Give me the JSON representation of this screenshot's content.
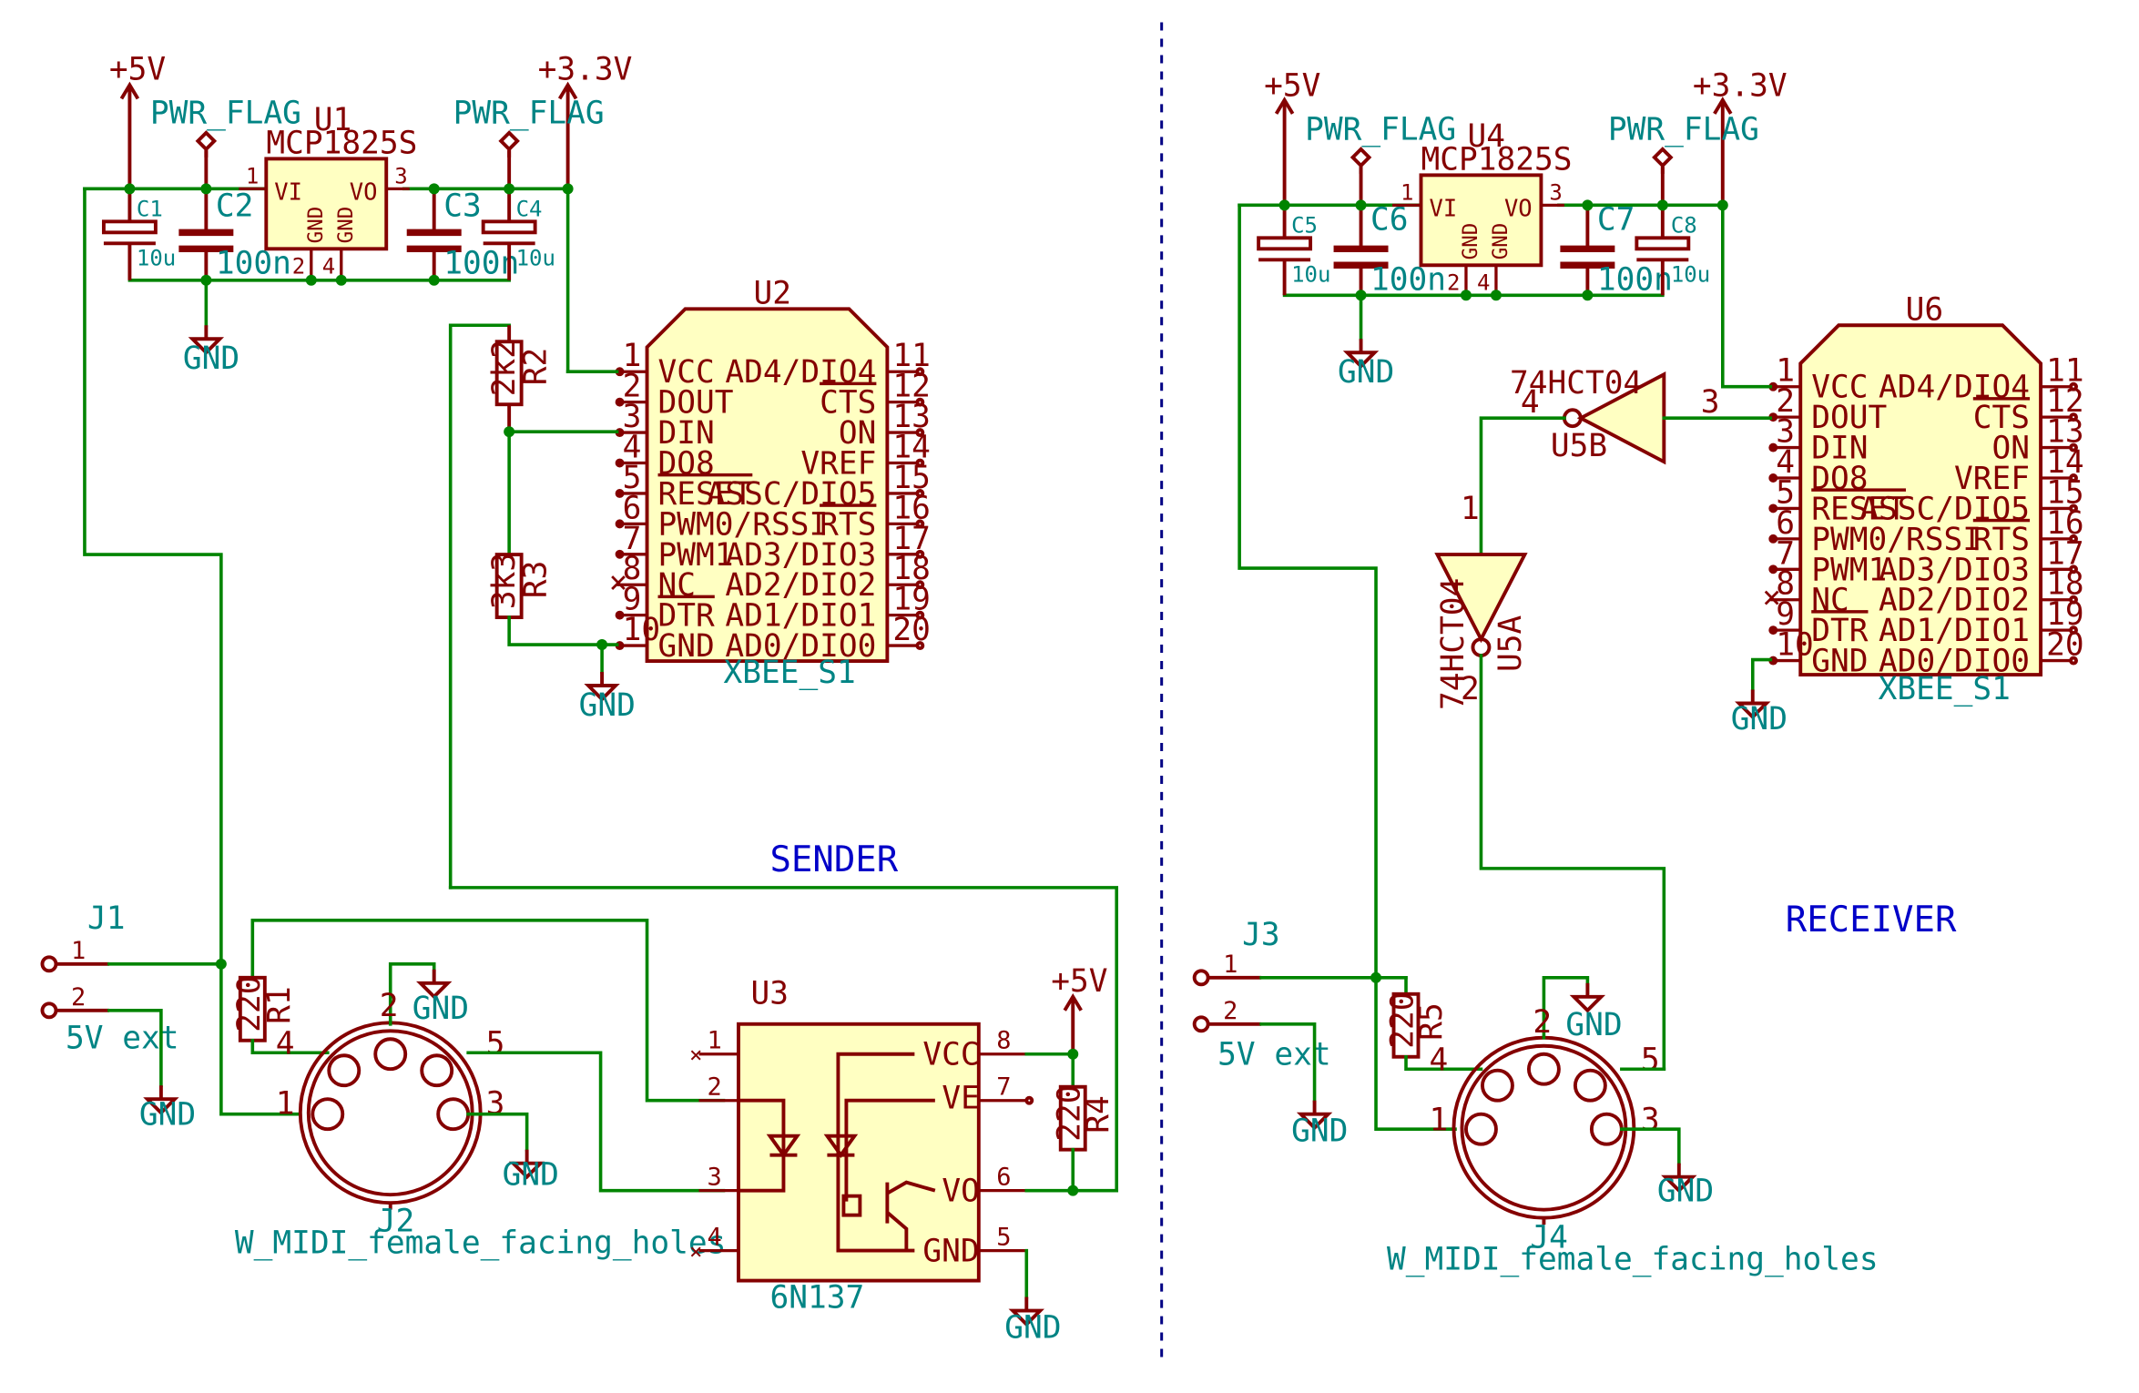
{
  "sections": {
    "sender": "SENDER",
    "receiver": "RECEIVER"
  },
  "power": {
    "v5": "+5V",
    "v33": "+3.3V",
    "flag": "PWR_FLAG",
    "gnd": "GND"
  },
  "regulators": {
    "u1": {
      "ref": "U1",
      "value": "MCP1825S",
      "vi": "VI",
      "vo": "VO",
      "gnd": "GND"
    },
    "u4": {
      "ref": "U4",
      "value": "MCP1825S",
      "vi": "VI",
      "vo": "VO",
      "gnd": "GND"
    }
  },
  "capacitors": {
    "c1": {
      "ref": "C1",
      "value": "10u"
    },
    "c2": {
      "ref": "C2",
      "value": "100n"
    },
    "c3": {
      "ref": "C3",
      "value": "100n"
    },
    "c4": {
      "ref": "C4",
      "value": "10u"
    },
    "c5": {
      "ref": "C5",
      "value": "10u"
    },
    "c6": {
      "ref": "C6",
      "value": "100n"
    },
    "c7": {
      "ref": "C7",
      "value": "100n"
    },
    "c8": {
      "ref": "C8",
      "value": "10u"
    }
  },
  "resistors": {
    "r1": {
      "ref": "R1",
      "value": "220"
    },
    "r2": {
      "ref": "R2",
      "value": "2k2"
    },
    "r3": {
      "ref": "R3",
      "value": "3k3"
    },
    "r4": {
      "ref": "R4",
      "value": "220"
    },
    "r5": {
      "ref": "R5",
      "value": "220"
    }
  },
  "xbee": {
    "u2_ref": "U2",
    "u6_ref": "U6",
    "value": "XBEE_S1",
    "left_pins": [
      "VCC",
      "DOUT",
      "DIN",
      "DO8",
      "RESET",
      "PWM0/RSSI",
      "PWM1",
      "NC",
      "DTR",
      "GND"
    ],
    "right_pins": [
      "AD4/DIO4",
      "CTS",
      "ON",
      "VREF",
      "ASSC/DIO5",
      "RTS",
      "AD3/DIO3",
      "AD2/DIO2",
      "AD1/DIO1",
      "AD0/DIO0"
    ],
    "left_nums": [
      "1",
      "2",
      "3",
      "4",
      "5",
      "6",
      "7",
      "8",
      "9",
      "10"
    ],
    "right_nums": [
      "11",
      "12",
      "13",
      "14",
      "15",
      "16",
      "17",
      "18",
      "19",
      "20"
    ]
  },
  "optocoupler": {
    "ref": "U3",
    "value": "6N137",
    "vcc": "VCC",
    "ve": "VE",
    "vo": "VO",
    "gnd": "GND"
  },
  "inverters": {
    "u5a": "U5A",
    "u5b": "U5B",
    "value": "74HCT04"
  },
  "connectors": {
    "j1": "J1",
    "j3": "J3",
    "ext": "5V ext",
    "j2": "J2",
    "j4": "J4",
    "midi": "W_MIDI_female_facing_holes"
  },
  "pin_numbers": {
    "p1": "1",
    "p2": "2",
    "p3": "3",
    "p4": "4",
    "p5": "5",
    "p6": "6",
    "p7": "7",
    "p8": "8"
  }
}
